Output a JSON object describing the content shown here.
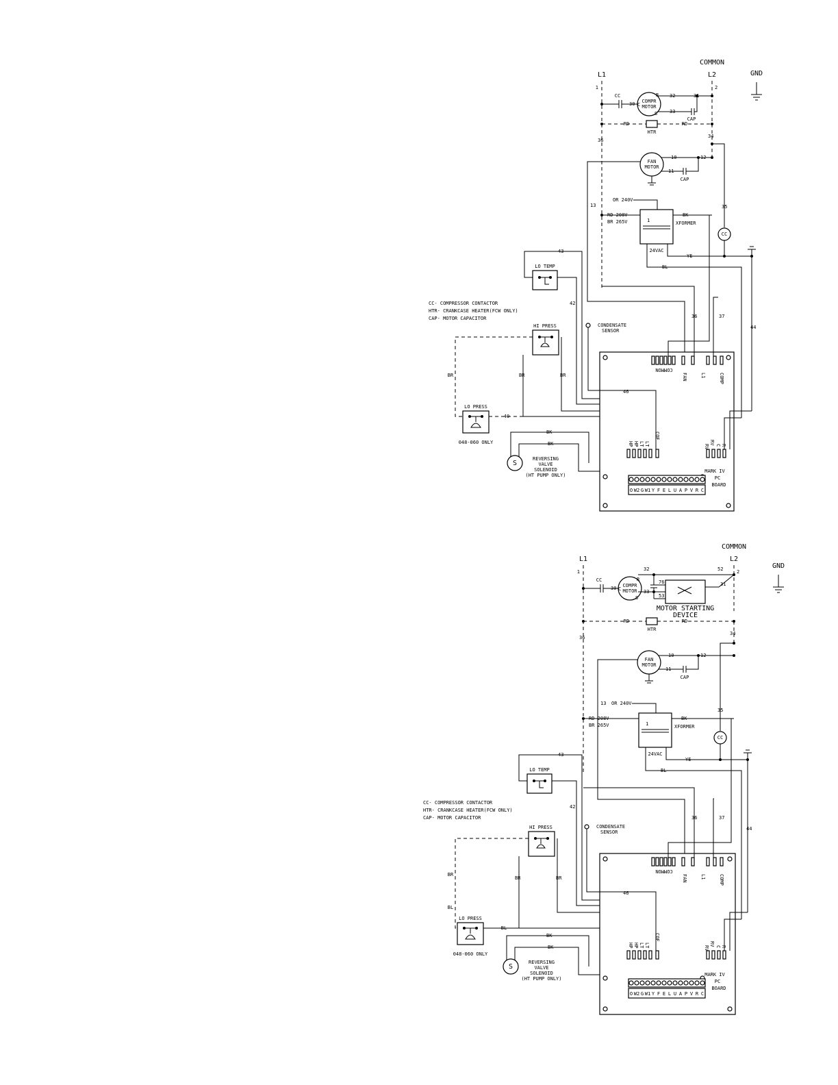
{
  "common": {
    "l1": "L1",
    "l2": "L2",
    "common": "COMMON",
    "gnd": "GND",
    "cc": "CC",
    "cap": "CAP",
    "compr_motor_1": "COMPR",
    "compr_motor_2": "MOTOR",
    "term_r": "R",
    "term_c": "C",
    "term_s": "S",
    "htr": "HTR",
    "rd": "RD",
    "fan_motor_1": "FAN",
    "fan_motor_2": "MOTOR",
    "or_240v": "OR 240V",
    "rd_208v": "RD 208V",
    "br_265v": "BR 265V",
    "bk": "BK",
    "xformer": "XFORMER",
    "vac": "24VAC",
    "ye": "YE",
    "bl": "BL",
    "br": "BR",
    "lo_temp": "LO TEMP",
    "hi_press": "HI PRESS",
    "lo_press": "LO PRESS",
    "press_only": "048-060 ONLY",
    "condensate_1": "CONDENSATE",
    "condensate_2": "SENSOR",
    "legend_cc": "CC- COMPRESSOR CONTACTOR",
    "legend_htr": "HTR- CRANKCASE HEATER(FCW ONLY)",
    "legend_cap": "CAP- MOTOR CAPACITOR",
    "rv_1": "REVERSING",
    "rv_2": "VALVE",
    "rv_3": "SOLENOID",
    "rv_4": "(HT PUMP ONLY)",
    "s": "S",
    "mark_1": "MARK IV",
    "mark_2": "PC",
    "mark_3": "BOARD",
    "hdr_common": "COMMON",
    "hdr_fan": "FAN",
    "hdr_l1": "L1",
    "hdr_comp": "COMP",
    "hdr_hp1": "HP",
    "hdr_hp2": "HP",
    "hdr_lt1": "LT",
    "hdr_lt2": "LT",
    "hdr_cof": "COF",
    "hdr_rv1": "RV",
    "hdr_rv2": "RV",
    "hdr_c": "C",
    "hdr_r": "R",
    "terminals": [
      "O",
      "W2",
      "G",
      "W1",
      "Y",
      "F",
      "E",
      "L",
      "U",
      "A",
      "P",
      "V",
      "R",
      "C"
    ],
    "motor_starting_1": "MOTOR STARTING",
    "motor_starting_2": "DEVICE",
    "w1": "1",
    "w2": "2",
    "w10": "10",
    "w11": "11",
    "w12": "12",
    "w13": "13",
    "w30": "30",
    "w31": "31",
    "w32": "32",
    "w33": "33",
    "w34": "34",
    "w35": "35",
    "w36": "36",
    "w37": "37",
    "w40": "40",
    "w42": "42",
    "w43": "43",
    "w44": "44",
    "w46": "46",
    "w52": "52",
    "w53": "53",
    "w76": "76"
  }
}
